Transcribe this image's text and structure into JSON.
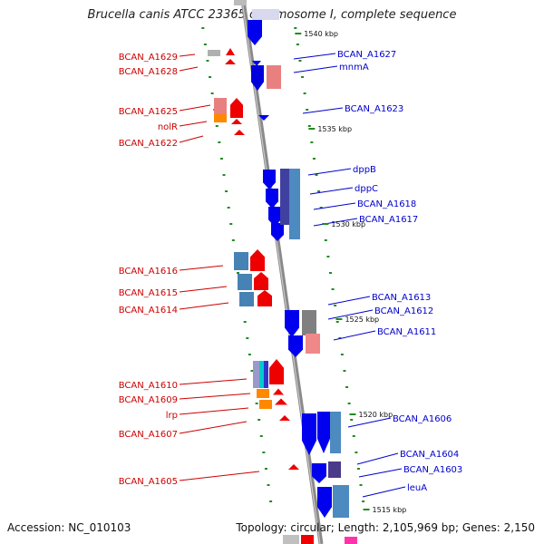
{
  "title": "Brucella canis ATCC 23365 chromosome I, complete sequence",
  "accession": "Accession: NC_010103",
  "topology": "Topology: circular; Length: 2,105,969 bp; Genes: 2,150",
  "colors": {
    "reverse_label": "#cc0000",
    "forward_label": "#0000cc",
    "backbone": "#8a8a8a",
    "ticks": "#228b22"
  },
  "scale_ticks": [
    "1540 kbp",
    "1535 kbp",
    "1530 kbp",
    "1525 kbp",
    "1520 kbp",
    "1515 kbp"
  ],
  "reverse_genes": [
    "BCAN_A1629",
    "BCAN_A1628",
    "BCAN_A1625",
    "nolR",
    "BCAN_A1622",
    "BCAN_A1616",
    "BCAN_A1615",
    "BCAN_A1614",
    "BCAN_A1610",
    "BCAN_A1609",
    "lrp",
    "BCAN_A1607",
    "BCAN_A1605"
  ],
  "forward_genes": [
    "BCAN_A1627",
    "mnmA",
    "BCAN_A1623",
    "dppB",
    "dppC",
    "BCAN_A1618",
    "BCAN_A1617",
    "BCAN_A1613",
    "BCAN_A1612",
    "BCAN_A1611",
    "BCAN_A1606",
    "BCAN_A1604",
    "BCAN_A1603",
    "leuA"
  ]
}
